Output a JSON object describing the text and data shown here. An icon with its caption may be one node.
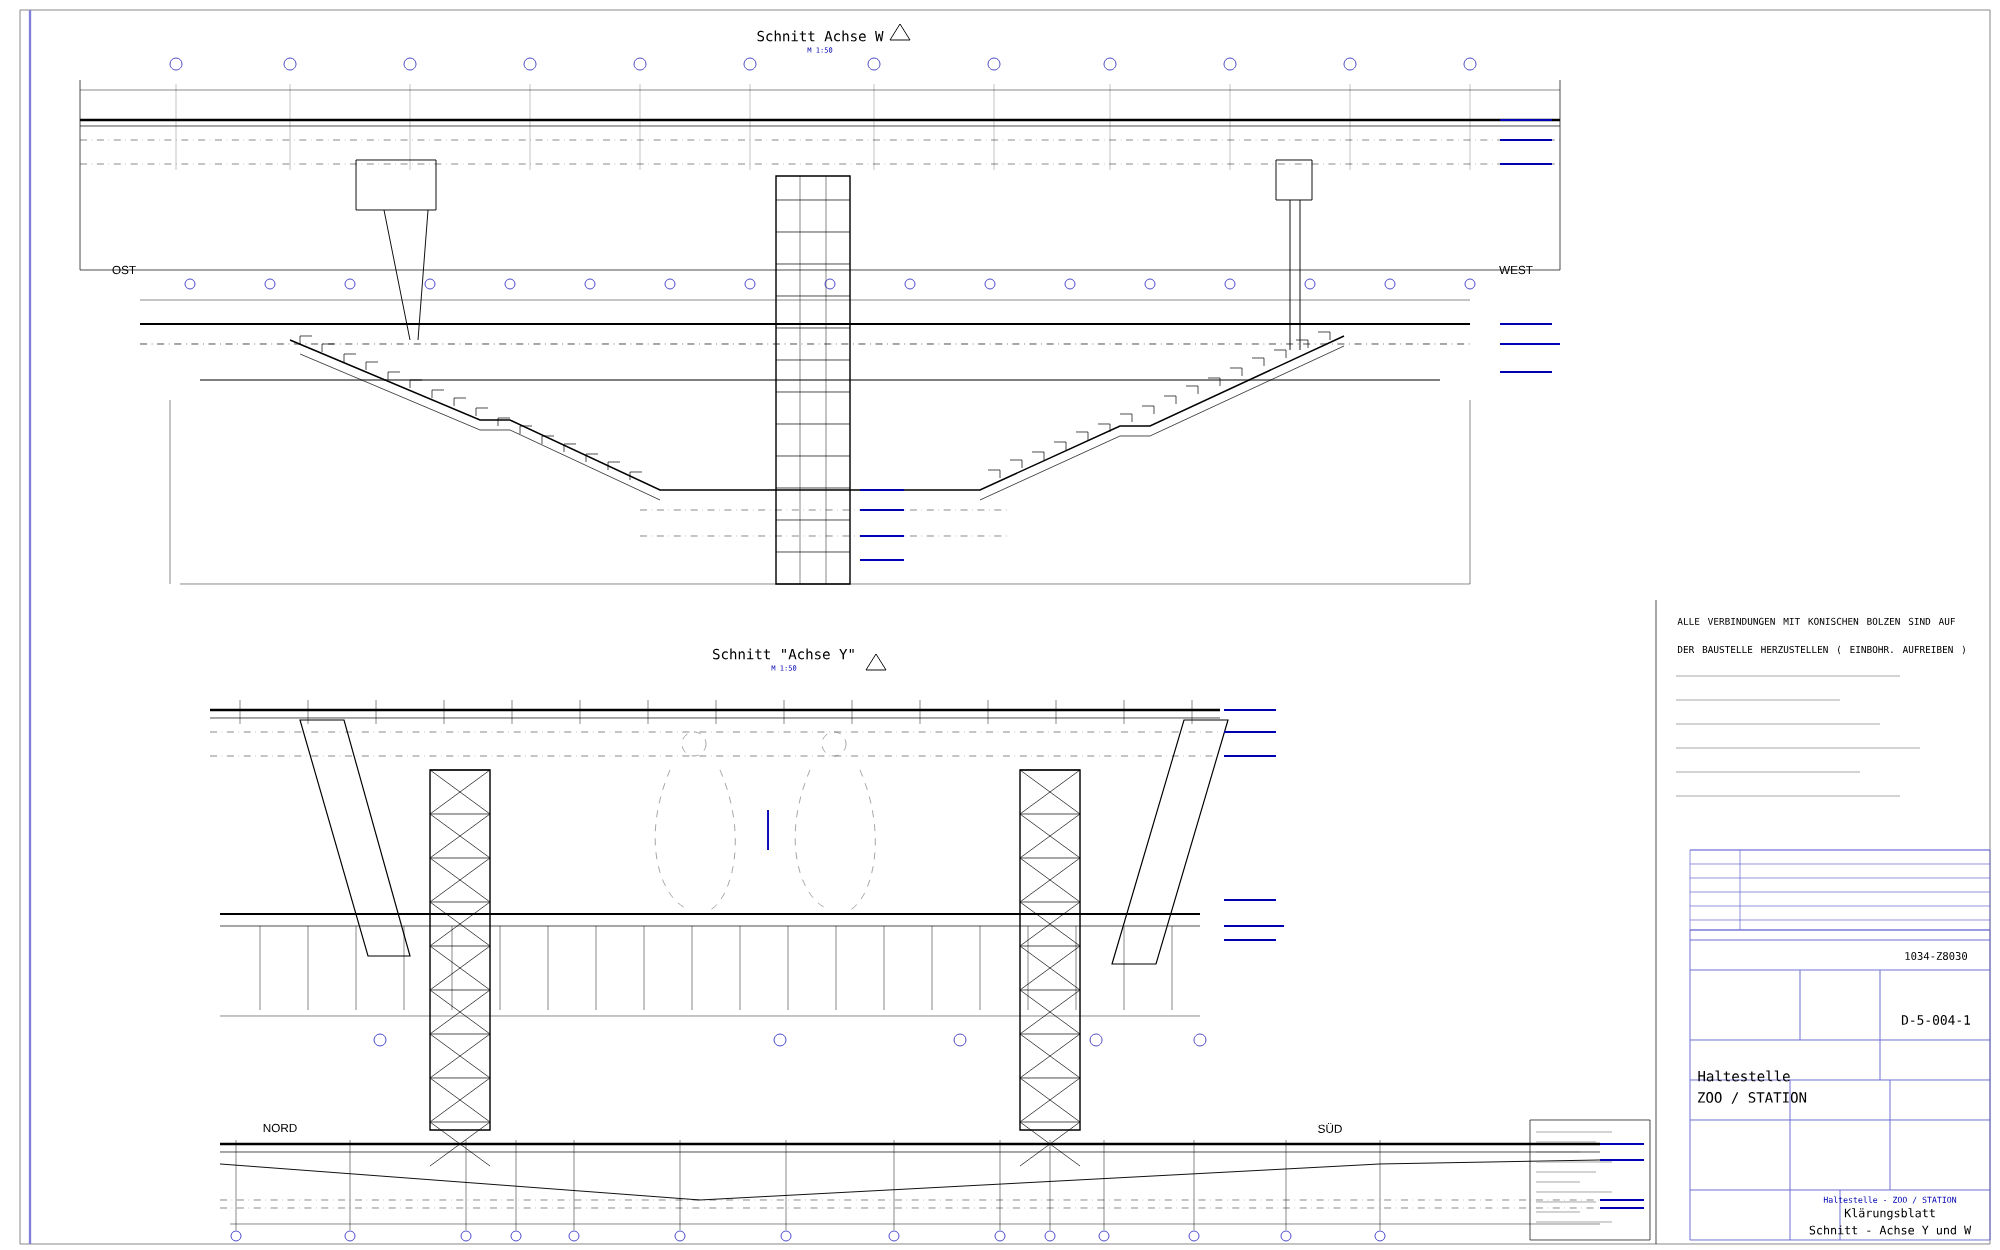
{
  "diagram": {
    "labels": [
      "Schnitt Achse W",
      "M 1:50",
      "OST",
      "WEST",
      "Schnitt \"Achse Y\"",
      "M 1:50",
      "NORD",
      "SÜD",
      "ALLE VERBINDUNGEN MIT KONISCHEN BOLZEN SIND AUF DER BAUSTELLE HERZUSTELLEN ( EINBOHR. AUFREIBEN )",
      "Haltestelle",
      "ZOO / STATION",
      "1034-Z8030",
      "D-5-004-1",
      "Haltestelle - ZOO / STATION",
      "Klärungsblatt",
      "Schnitt - Achse Y und W"
    ]
  }
}
